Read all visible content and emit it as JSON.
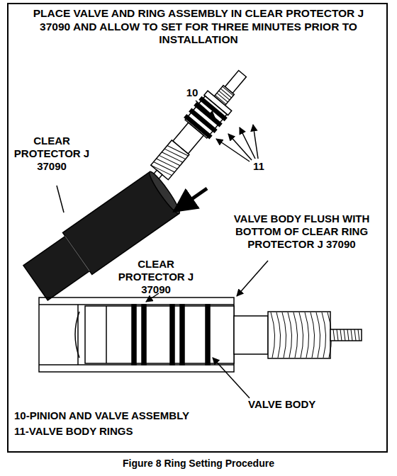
{
  "diagram": {
    "caption": "Figure 8 Ring Setting Procedure",
    "labels": [
      "PLACE VALVE AND RING ASSEMBLY IN CLEAR PROTECTOR J 37090 AND ALLOW TO SET FOR THREE MINUTES PRIOR TO INSTALLATION",
      "10",
      "CLEAR PROTECTOR J 37090",
      "11",
      "VALVE BODY FLUSH WITH BOTTOM OF CLEAR RING PROTECTOR J 37090",
      "CLEAR PROTECTOR J 37090",
      "VALVE BODY",
      "10-PINION AND VALVE ASSEMBLY",
      "11-VALVE BODY RINGS"
    ]
  }
}
